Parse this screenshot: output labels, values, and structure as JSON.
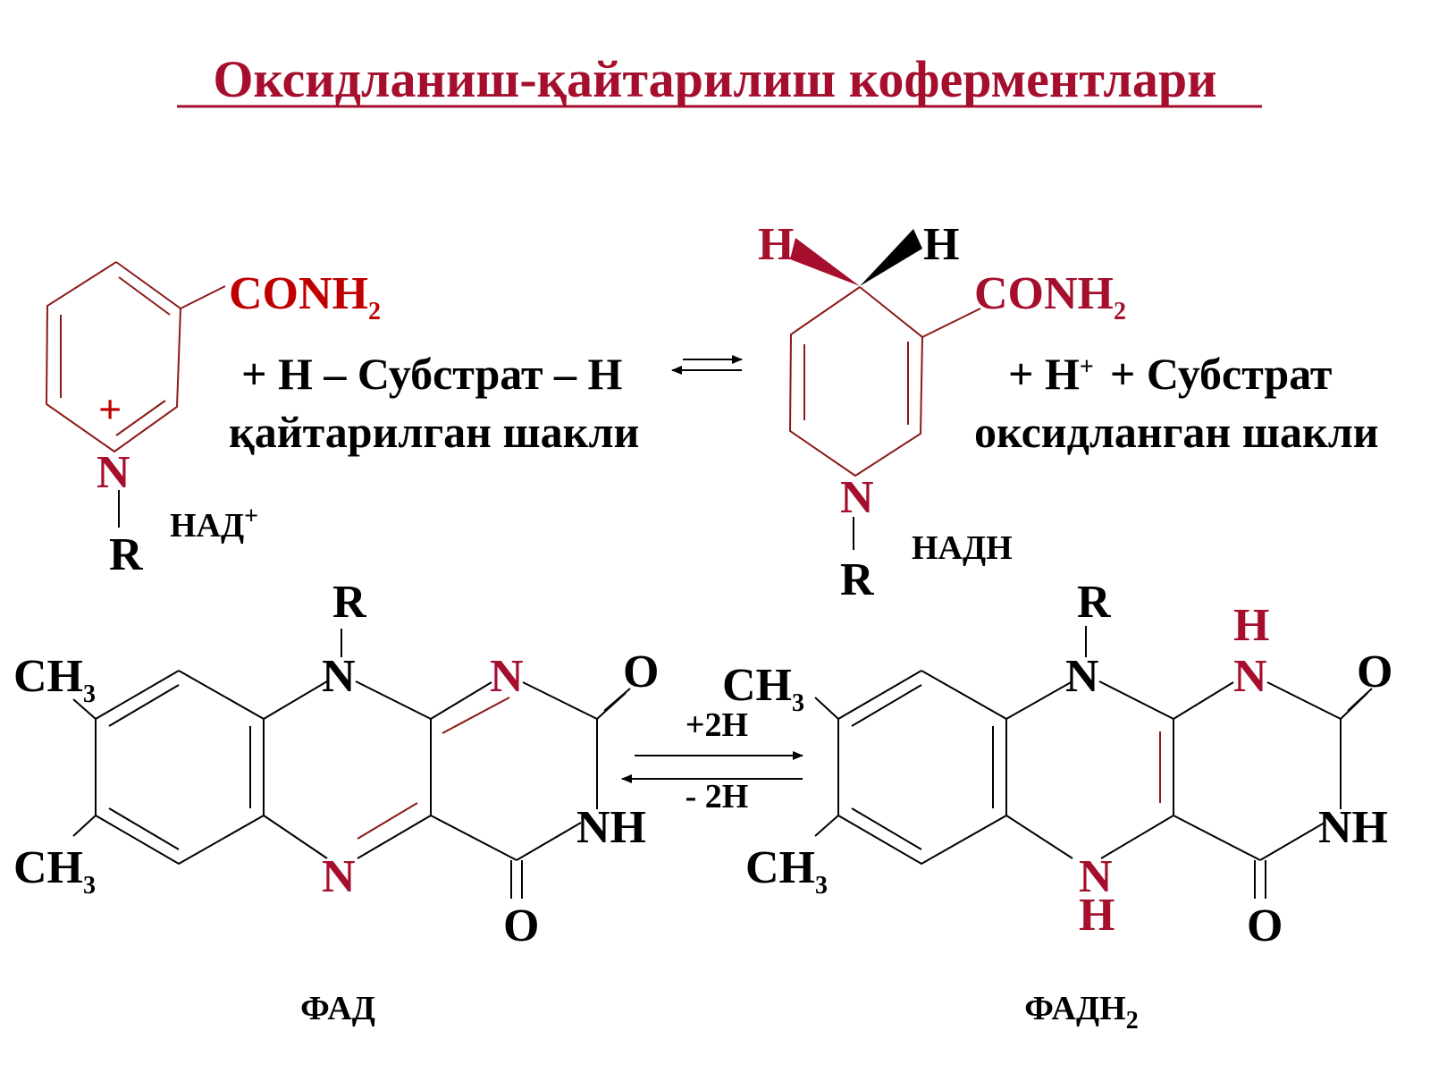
{
  "title": "Оксидланиш-қайтарилиш коферментлари",
  "colors": {
    "accent": "#a50f2d",
    "text": "#000000",
    "bond": "#000000"
  },
  "nad": {
    "amide": "CONH",
    "amide_sub": "2",
    "charge": "+",
    "nitrogen": "N",
    "substituent": "R",
    "name": "НАД",
    "name_sup": "+"
  },
  "reaction_top": {
    "left_line1": "+  H – Субстрат – H",
    "left_line2": "қайтарилган шакли",
    "right_line1_a": "+  H",
    "right_line1_sup": "+",
    "right_line1_b": "+ Субстрат",
    "right_line2": "оксидланган шакли"
  },
  "nadh": {
    "h_left": "H",
    "h_right": "H",
    "amide": "CONH",
    "amide_sub": "2",
    "nitrogen": "N",
    "substituent": "R",
    "name": "НАДН"
  },
  "fad": {
    "substituent": "R",
    "n_top": "N",
    "n_top_red": "N",
    "n_bottom_red": "N",
    "o_top": "O",
    "o_bottom": "O",
    "nh": "NH",
    "methyl_1": "CH",
    "methyl_1_sub": "3",
    "methyl_2": "CH",
    "methyl_2_sub": "3",
    "name": "ФАД"
  },
  "arrows": {
    "forward": "+2H",
    "backward": "- 2H"
  },
  "fadh2": {
    "substituent": "R",
    "n_top": "N",
    "h_top": "H",
    "n_top_red": "N",
    "n_bottom_red": "N",
    "h_bottom": "H",
    "o_top": "O",
    "o_bottom": "O",
    "nh": "NH",
    "methyl_1": "CH",
    "methyl_1_sub": "3",
    "methyl_2": "CH",
    "methyl_2_sub": "3",
    "name": "ФАДН",
    "name_sub": "2"
  }
}
